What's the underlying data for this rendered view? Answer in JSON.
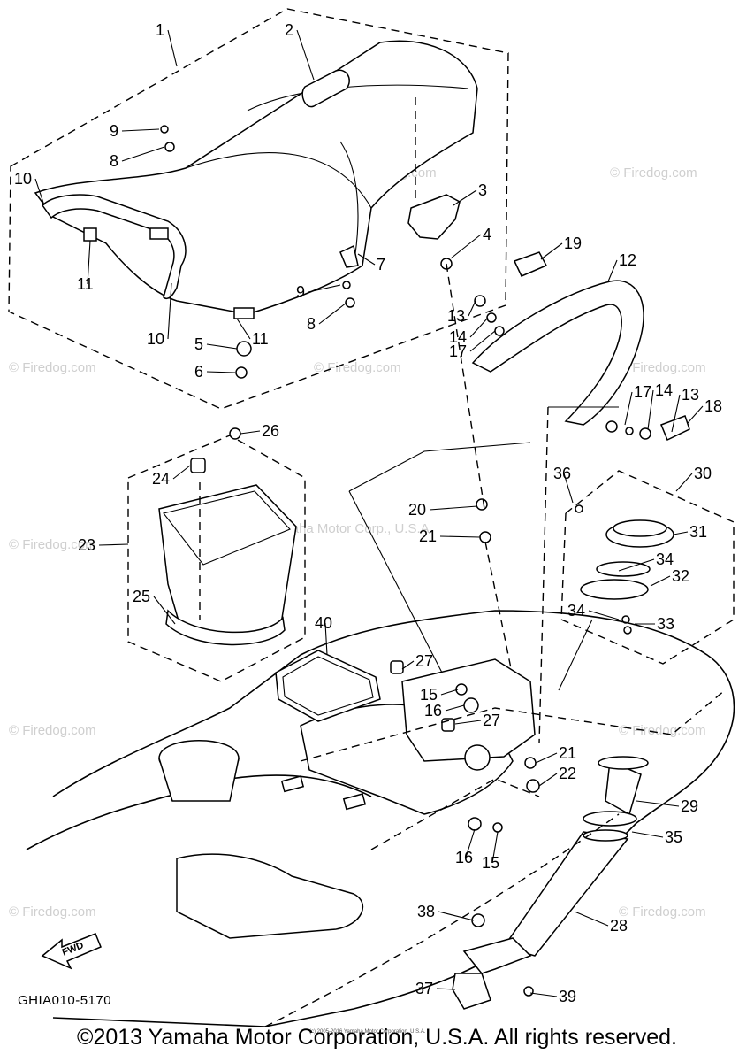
{
  "diagram": {
    "drawing_code": "GHIA010-5170",
    "fwd_label": "FWD",
    "copyright": "©2013 Yamaha Motor Corporation, U.S.A. All rights reserved.",
    "fine_print": "(c) 2005-2016 Yamaha Motor Corporation, U.S.A.",
    "watermarks": [
      "© Firedog.com",
      "Yamaha Motor Corp., U.S.A."
    ],
    "callouts": [
      {
        "id": "c1",
        "label": "1"
      },
      {
        "id": "c2",
        "label": "2"
      },
      {
        "id": "c3",
        "label": "3"
      },
      {
        "id": "c4",
        "label": "4"
      },
      {
        "id": "c5",
        "label": "5"
      },
      {
        "id": "c6",
        "label": "6"
      },
      {
        "id": "c7",
        "label": "7"
      },
      {
        "id": "c8a",
        "label": "8"
      },
      {
        "id": "c8b",
        "label": "8"
      },
      {
        "id": "c9a",
        "label": "9"
      },
      {
        "id": "c9b",
        "label": "9"
      },
      {
        "id": "c10a",
        "label": "10"
      },
      {
        "id": "c10b",
        "label": "10"
      },
      {
        "id": "c11a",
        "label": "11"
      },
      {
        "id": "c11b",
        "label": "11"
      },
      {
        "id": "c12",
        "label": "12"
      },
      {
        "id": "c13a",
        "label": "13"
      },
      {
        "id": "c13b",
        "label": "13"
      },
      {
        "id": "c14a",
        "label": "14"
      },
      {
        "id": "c14b",
        "label": "14"
      },
      {
        "id": "c15a",
        "label": "15"
      },
      {
        "id": "c15b",
        "label": "15"
      },
      {
        "id": "c16a",
        "label": "16"
      },
      {
        "id": "c16b",
        "label": "16"
      },
      {
        "id": "c17a",
        "label": "17"
      },
      {
        "id": "c17b",
        "label": "17"
      },
      {
        "id": "c18",
        "label": "18"
      },
      {
        "id": "c19",
        "label": "19"
      },
      {
        "id": "c20",
        "label": "20"
      },
      {
        "id": "c21a",
        "label": "21"
      },
      {
        "id": "c21b",
        "label": "21"
      },
      {
        "id": "c22",
        "label": "22"
      },
      {
        "id": "c23",
        "label": "23"
      },
      {
        "id": "c24",
        "label": "24"
      },
      {
        "id": "c25",
        "label": "25"
      },
      {
        "id": "c26",
        "label": "26"
      },
      {
        "id": "c27a",
        "label": "27"
      },
      {
        "id": "c27b",
        "label": "27"
      },
      {
        "id": "c28",
        "label": "28"
      },
      {
        "id": "c29",
        "label": "29"
      },
      {
        "id": "c30",
        "label": "30"
      },
      {
        "id": "c31",
        "label": "31"
      },
      {
        "id": "c32",
        "label": "32"
      },
      {
        "id": "c33",
        "label": "33"
      },
      {
        "id": "c34a",
        "label": "34"
      },
      {
        "id": "c34b",
        "label": "34"
      },
      {
        "id": "c35",
        "label": "35"
      },
      {
        "id": "c36",
        "label": "36"
      },
      {
        "id": "c37",
        "label": "37"
      },
      {
        "id": "c38",
        "label": "38"
      },
      {
        "id": "c39",
        "label": "39"
      },
      {
        "id": "c40",
        "label": "40"
      }
    ]
  }
}
